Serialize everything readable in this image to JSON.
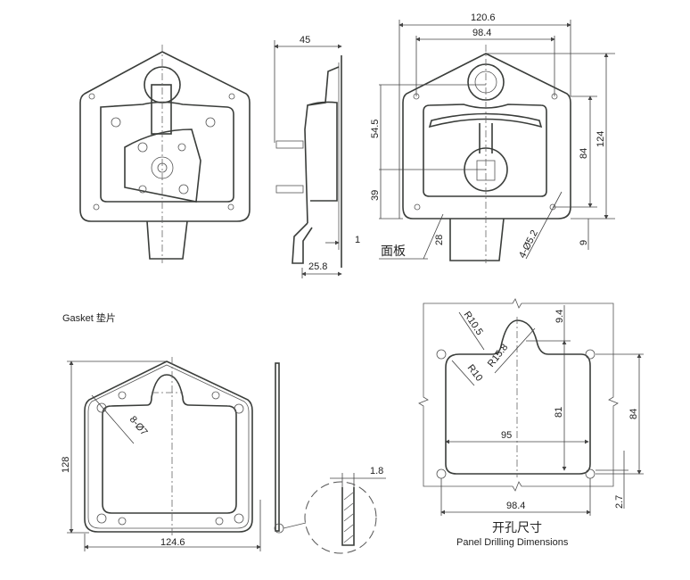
{
  "front_view": {
    "label_panel": "面板",
    "dims": {
      "width_overall": "120.6",
      "hole_spacing": "98.4",
      "upper_height": "54.5",
      "lower_height": "39",
      "hole_vertical": "84",
      "height_overall": "124",
      "bottom_offset": "9",
      "handle_width": "28",
      "holes": "4-Ø5.2"
    }
  },
  "side_view": {
    "dims": {
      "depth": "45",
      "plate_thickness": "1",
      "handle_depth": "25.8"
    }
  },
  "gasket": {
    "title": "Gasket 垫片",
    "dims": {
      "height": "128",
      "width": "124.6",
      "holes": "8-Ø7",
      "thickness": "1.8"
    }
  },
  "panel_drilling": {
    "title_cn": "开孔尺寸",
    "title_en": "Panel Drilling Dimensions",
    "dims": {
      "r_top": "R10.5",
      "r_bump": "R15.8",
      "r_corner": "R10",
      "bump_height": "9.4",
      "cut_height": "81",
      "cut_width": "95",
      "hole_vertical": "84",
      "hole_spacing": "98.4",
      "hole_offset": "2.7"
    }
  }
}
